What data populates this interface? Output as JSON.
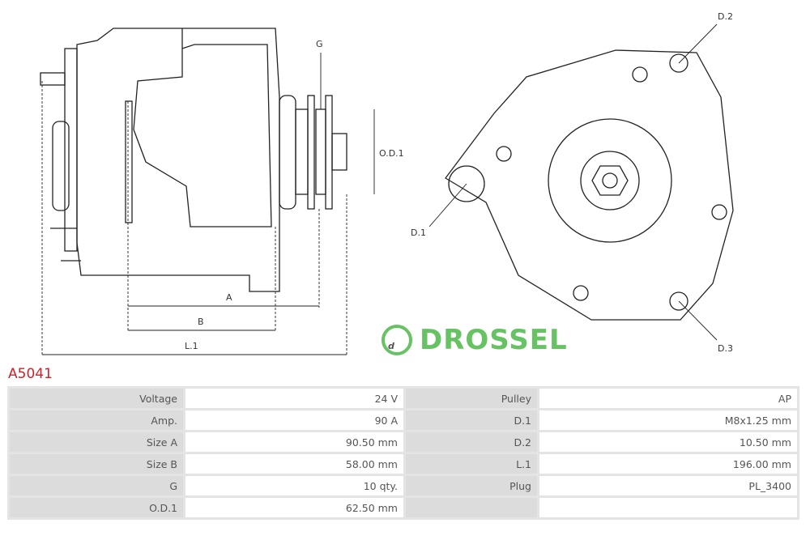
{
  "diagram": {
    "labels": {
      "A": "A",
      "B": "B",
      "L1": "L.1",
      "G": "G",
      "OD1": "O.D.1",
      "D1": "D.1",
      "D2": "D.2",
      "D3": "D.3"
    },
    "watermark": "DROSSEL"
  },
  "part_number": "A5041",
  "specs": [
    {
      "label": "Voltage",
      "value": "24 V",
      "label2": "Pulley",
      "value2": "AP"
    },
    {
      "label": "Amp.",
      "value": "90 A",
      "label2": "D.1",
      "value2": "M8x1.25 mm"
    },
    {
      "label": "Size A",
      "value": "90.50 mm",
      "label2": "D.2",
      "value2": "10.50 mm"
    },
    {
      "label": "Size B",
      "value": "58.00 mm",
      "label2": "L.1",
      "value2": "196.00 mm"
    },
    {
      "label": "G",
      "value": "10 qty.",
      "label2": "Plug",
      "value2": "PL_3400"
    },
    {
      "label": "O.D.1",
      "value": "62.50 mm",
      "label2": "",
      "value2": ""
    }
  ],
  "logo": {
    "text": "DROSSEL",
    "color": "#4cb848"
  },
  "colors": {
    "part_number": "#d0202a"
  }
}
